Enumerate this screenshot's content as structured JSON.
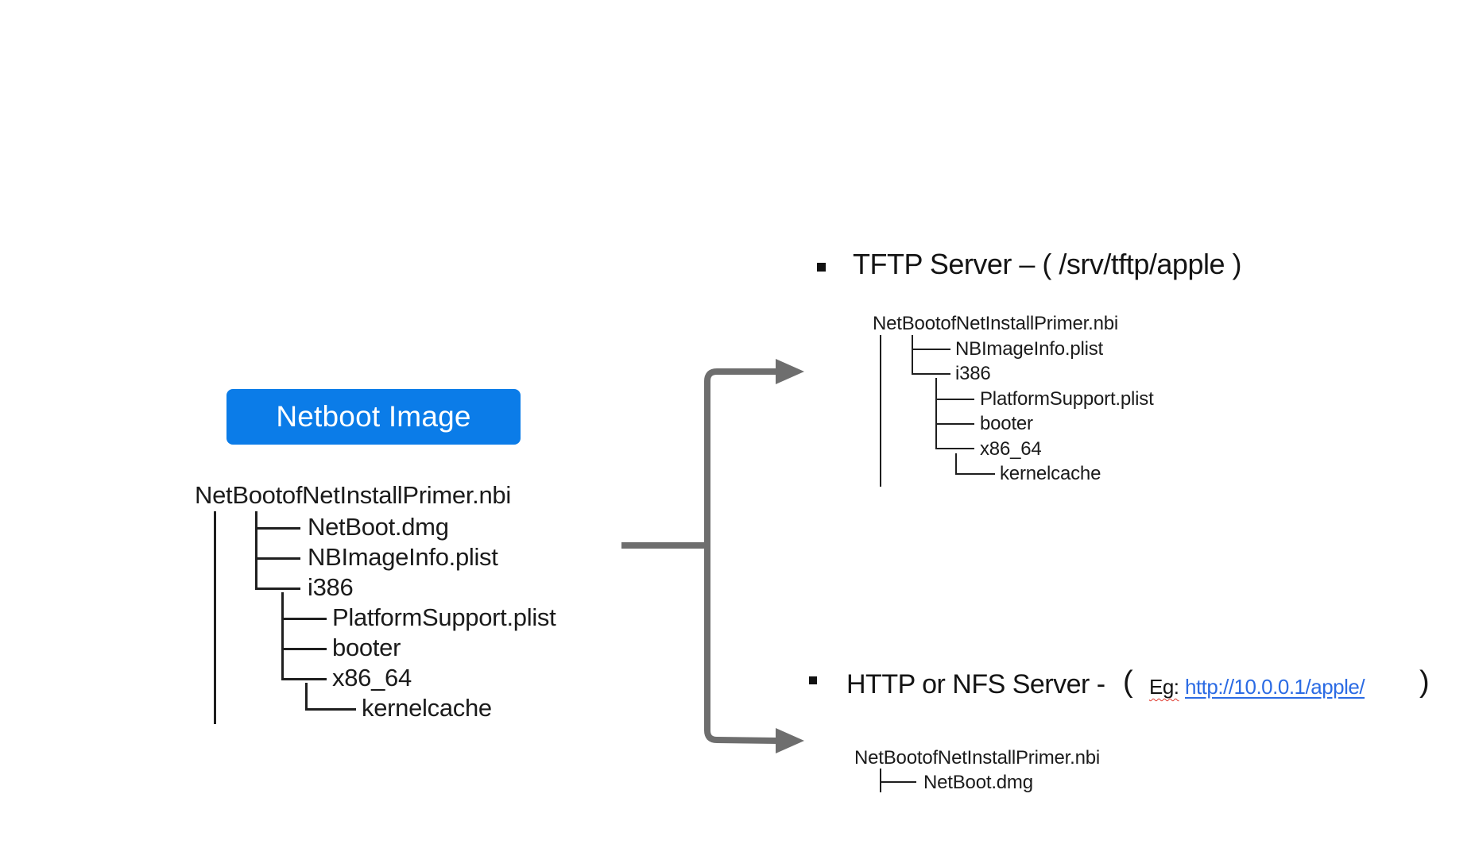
{
  "badge": {
    "label": "Netboot Image",
    "bg_color": "#0b7ce8",
    "text_color": "#ffffff"
  },
  "source_tree": {
    "root": "NetBootofNetInstallPrimer.nbi",
    "items": [
      "NetBoot.dmg",
      "NBImageInfo.plist",
      "i386",
      "PlatformSupport.plist",
      "booter",
      "x86_64",
      "kernelcache"
    ]
  },
  "tftp": {
    "heading": "TFTP Server – ( /srv/tftp/apple )",
    "tree": {
      "root": "NetBootofNetInstallPrimer.nbi",
      "items": [
        "NBImageInfo.plist",
        "i386",
        "PlatformSupport.plist",
        "booter",
        "x86_64",
        "kernelcache"
      ]
    }
  },
  "http": {
    "heading_main": "HTTP or NFS Server -",
    "paren_open": "(",
    "eg_label": "Eg:",
    "link_text": "http://10.0.0.1/apple/",
    "paren_close": ")",
    "tree": {
      "root": "NetBootofNetInstallPrimer.nbi",
      "items": [
        "NetBoot.dmg"
      ]
    }
  },
  "colors": {
    "badge_blue": "#0b7ce8",
    "arrow_gray": "#6e6e6e",
    "link_blue": "#2b6be4",
    "tree_line": "#1f1f1f",
    "spellcheck_red": "#e03c31"
  }
}
